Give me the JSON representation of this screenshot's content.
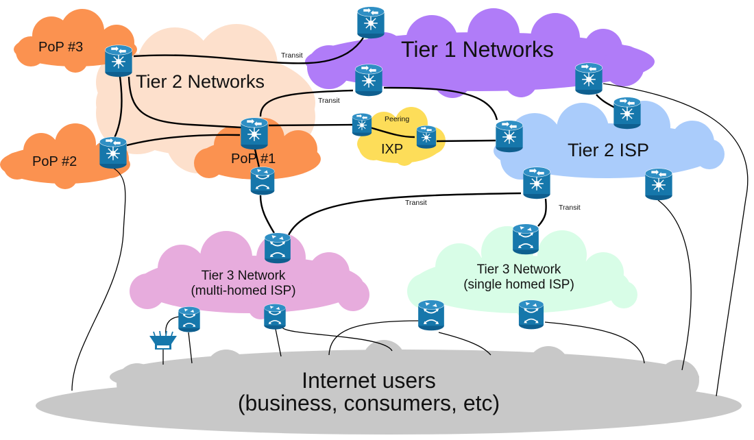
{
  "diagram": {
    "colors": {
      "tier1": "#b07cf8",
      "tier2_networks": "#fde0cc",
      "pop": "#fb9250",
      "ixp": "#fddd59",
      "tier2_isp": "#aaccfb",
      "tier3_multi": "#e7acdd",
      "tier3_single": "#d8fde7",
      "users": "#c8c8c8",
      "device": "#1677ab"
    },
    "clouds": {
      "tier1": "Tier 1 Networks",
      "tier2_networks": "Tier 2 Networks",
      "pop3": "PoP #3",
      "pop2": "PoP #2",
      "pop1": "PoP #1",
      "ixp": "IXP",
      "ixp_peering": "Peering",
      "tier2_isp": "Tier 2 ISP",
      "tier3_multi_line1": "Tier 3 Network",
      "tier3_multi_line2": "(multi-homed ISP)",
      "tier3_single_line1": "Tier 3 Network",
      "tier3_single_line2": "(single homed ISP)",
      "users_line1": "Internet users",
      "users_line2": "(business, consumers, etc)"
    },
    "link_labels": {
      "transit_pop3": "Transit",
      "transit_tier1": "Transit",
      "transit_mid": "Transit",
      "transit_right": "Transit"
    },
    "device_icons": {
      "router": "router-icon",
      "switch": "switch-icon",
      "access_point": "wireless-access-point-icon"
    }
  }
}
